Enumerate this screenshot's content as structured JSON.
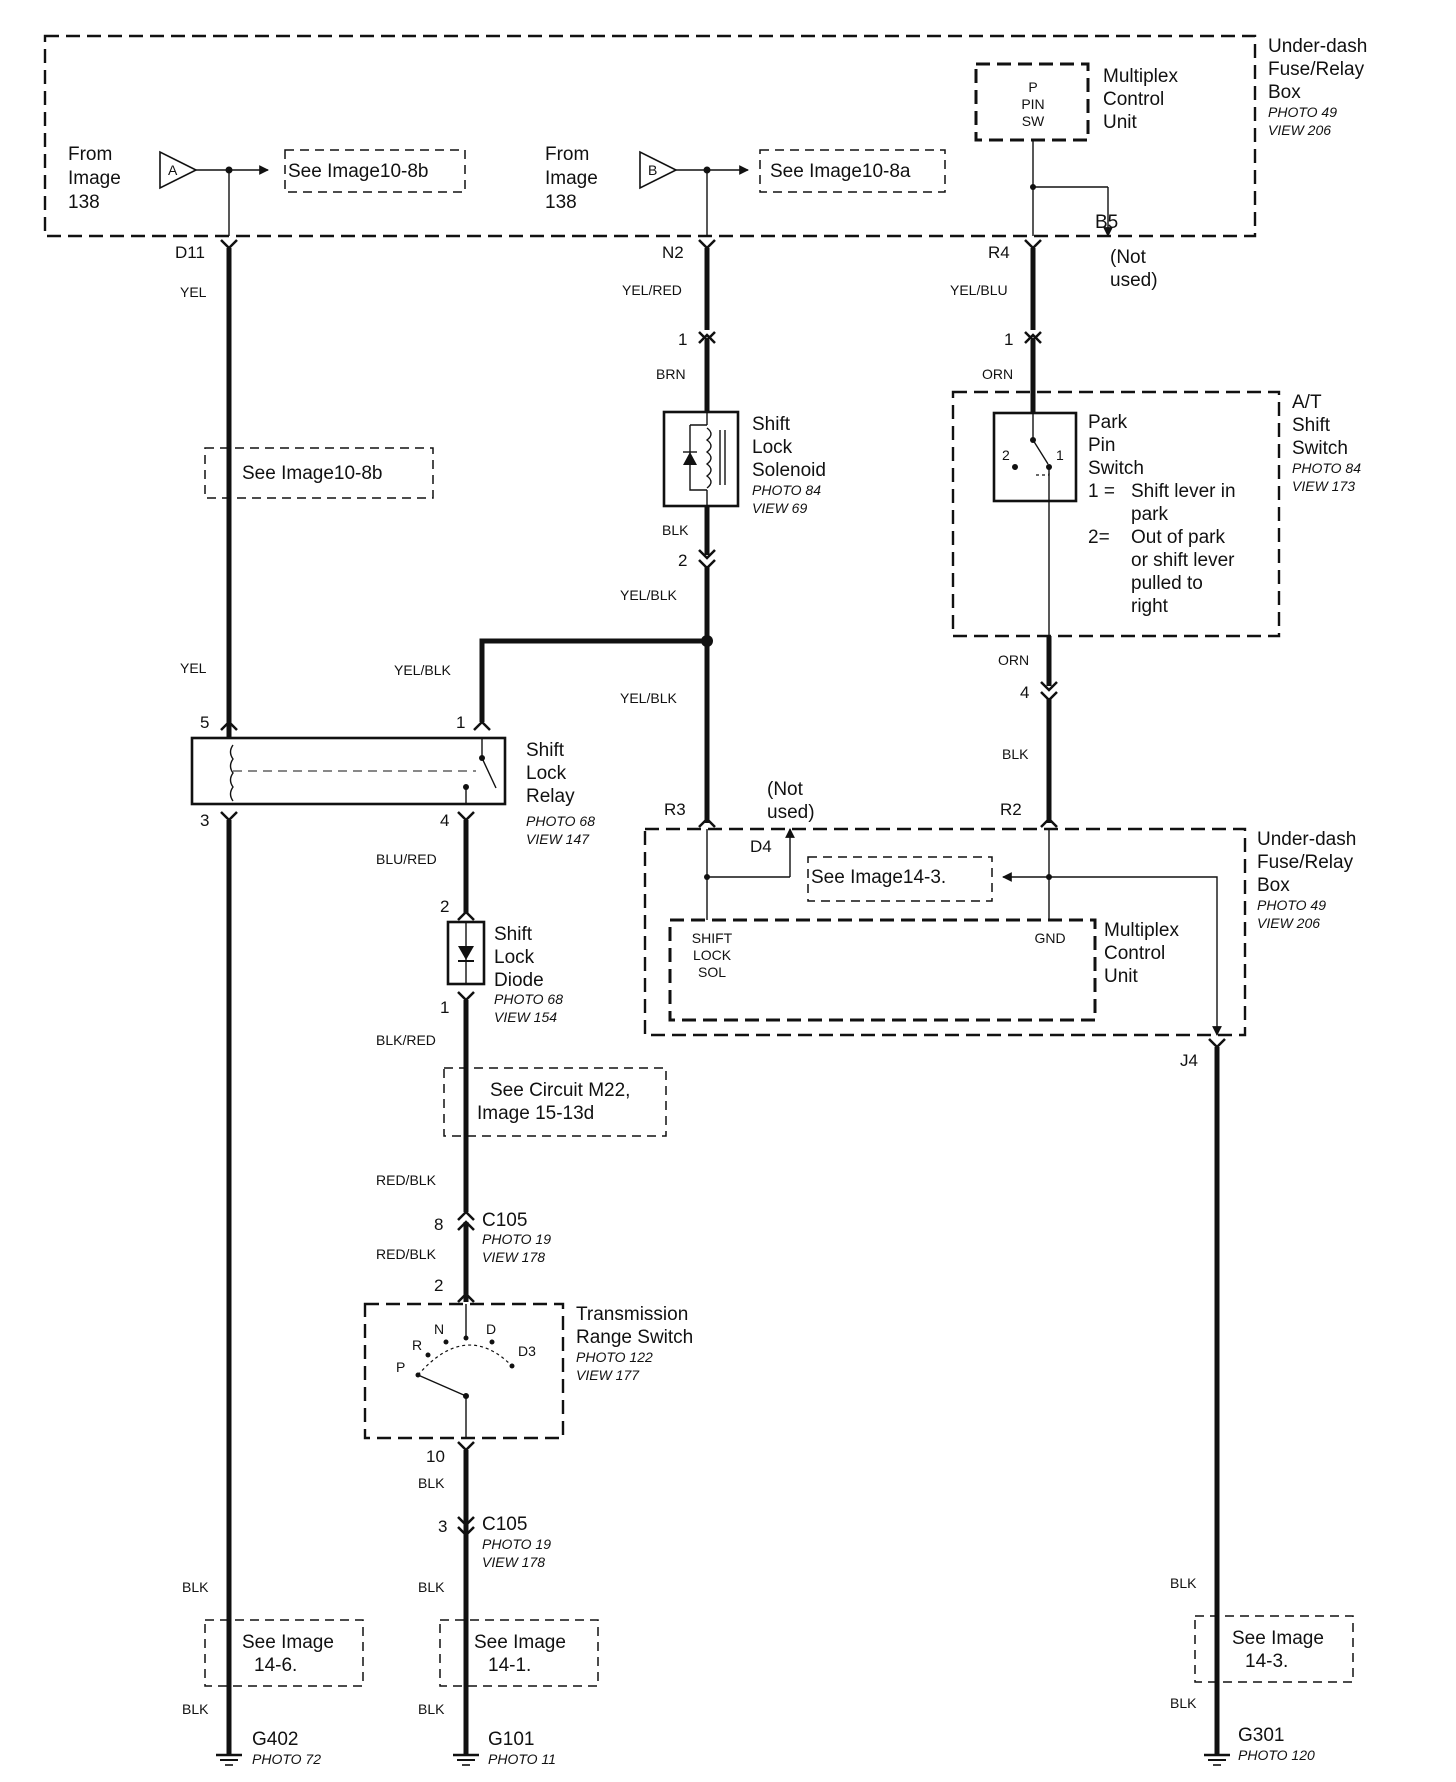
{
  "top_box": {
    "title": [
      "Under-dash",
      "Fuse/Relay",
      "Box"
    ],
    "photo": "PHOTO 49",
    "view": "VIEW 206",
    "mcu_label": [
      "Multiplex",
      "Control",
      "Unit"
    ],
    "mcu_pin": [
      "P",
      "PIN",
      "SW"
    ],
    "from_a": [
      "From",
      "Image",
      "138"
    ],
    "from_b": [
      "From",
      "Image",
      "138"
    ],
    "tri_a": "A",
    "tri_b": "B",
    "ref_a": "See Image10-8b",
    "ref_b": "See Image10-8a",
    "b5": "B5",
    "b5_note": [
      "(Not",
      "used)"
    ]
  },
  "pins": {
    "d11": "D11",
    "n2": "N2",
    "r4": "R4",
    "sol_1": "1",
    "sol_2": "2",
    "sw_1": "1",
    "sw_4": "4",
    "relay_5": "5",
    "relay_1": "1",
    "relay_3": "3",
    "relay_4": "4",
    "diode_2": "2",
    "diode_1": "1",
    "c105_8": "8",
    "trs_2": "2",
    "trs_10": "10",
    "c105_3": "3",
    "r3": "R3",
    "r2": "R2",
    "d4": "D4",
    "j4": "J4"
  },
  "wires": {
    "yel_top": "YEL",
    "yel_mid": "YEL",
    "yel_red": "YEL/RED",
    "brn": "BRN",
    "blk_sol": "BLK",
    "yel_blk_1": "YEL/BLK",
    "yel_blk_2": "YEL/BLK",
    "yel_blk_3": "YEL/BLK",
    "yel_blu": "YEL/BLU",
    "orn_1": "ORN",
    "orn_2": "ORN",
    "blk_sw": "BLK",
    "blu_red": "BLU/RED",
    "blk_red": "BLK/RED",
    "red_blk_1": "RED/BLK",
    "red_blk_2": "RED/BLK",
    "blk_trs": "BLK",
    "blk_g402_a": "BLK",
    "blk_g402_b": "BLK",
    "blk_g101_a": "BLK",
    "blk_g101_b": "BLK",
    "blk_g301_a": "BLK",
    "blk_g301_b": "BLK"
  },
  "components": {
    "ref_left": "See Image10-8b",
    "solenoid": [
      "Shift",
      "Lock",
      "Solenoid"
    ],
    "solenoid_photo": "PHOTO 84",
    "solenoid_view": "VIEW 69",
    "at_switch": [
      "A/T",
      "Shift",
      "Switch"
    ],
    "at_switch_photo": "PHOTO 84",
    "at_switch_view": "VIEW 173",
    "park_pin": [
      "Park",
      "Pin",
      "Switch"
    ],
    "park_pin_note_1_key": "1 =",
    "park_pin_note_1": [
      "Shift lever in",
      "park"
    ],
    "park_pin_note_2_key": "2=",
    "park_pin_note_2": [
      "Out of park",
      "or shift lever",
      "pulled to",
      "right"
    ],
    "sw_pos_2": "2",
    "sw_pos_1": "1",
    "relay": [
      "Shift",
      "Lock",
      "Relay"
    ],
    "relay_photo": "PHOTO 68",
    "relay_view": "VIEW 147",
    "diode": [
      "Shift",
      "Lock",
      "Diode"
    ],
    "diode_photo": "PHOTO 68",
    "diode_view": "VIEW 154",
    "ref_m22": [
      "See Circuit M22,",
      "Image 15-13d"
    ],
    "c105_a": "C105",
    "c105_a_photo": "PHOTO 19",
    "c105_a_view": "VIEW 178",
    "trs": [
      "Transmission",
      "Range Switch"
    ],
    "trs_photo": "PHOTO 122",
    "trs_view": "VIEW 177",
    "trs_pos": {
      "r": "R",
      "n": "N",
      "d": "D",
      "d3": "D3",
      "p": "P"
    },
    "c105_b": "C105",
    "c105_b_photo": "PHOTO 19",
    "c105_b_view": "VIEW 178"
  },
  "bottom_box": {
    "title": [
      "Under-dash",
      "Fuse/Relay",
      "Box"
    ],
    "photo": "PHOTO 49",
    "view": "VIEW 206",
    "d4_note": [
      "(Not",
      "used)"
    ],
    "ref": "See Image14-3.",
    "mcu_label": [
      "Multiplex",
      "Control",
      "Unit"
    ],
    "shift_lock_sol": [
      "SHIFT",
      "LOCK",
      "SOL"
    ],
    "gnd": "GND"
  },
  "grounds": {
    "ref_g402": [
      "See Image",
      "14-6."
    ],
    "ref_g101": [
      "See Image",
      "14-1."
    ],
    "ref_g301": [
      "See Image",
      "14-3."
    ],
    "g402": "G402",
    "g402_photo": "PHOTO 72",
    "g101": "G101",
    "g101_photo": "PHOTO 11",
    "g301": "G301",
    "g301_photo": "PHOTO 120"
  }
}
